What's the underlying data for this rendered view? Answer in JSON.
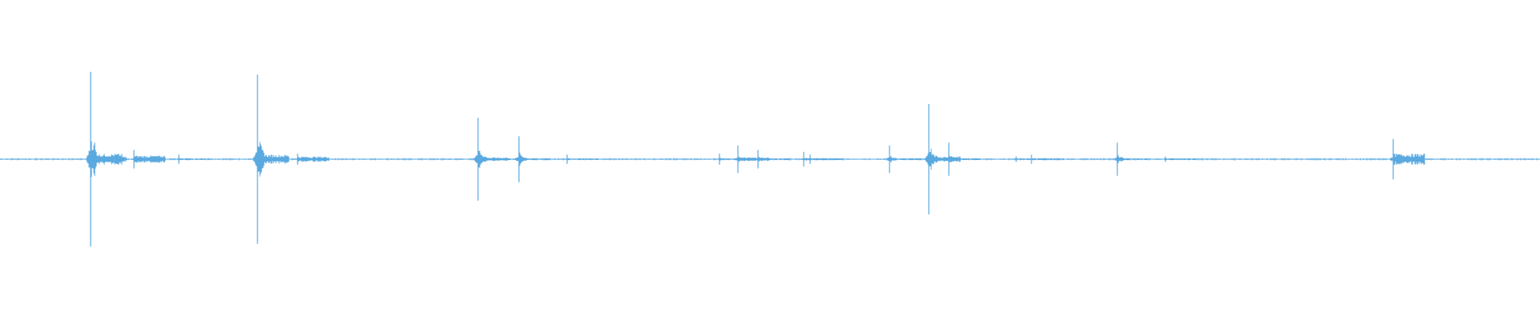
{
  "waveform": {
    "color": "#5aa9e0",
    "baseline_amplitude": 0.01,
    "spikes": [
      {
        "position": 0.0587,
        "amplitude": 0.95,
        "tail": 0.06
      },
      {
        "position": 0.0612,
        "amplitude": 0.18,
        "tail": 0.03
      },
      {
        "position": 0.087,
        "amplitude": 0.1,
        "tail": 0.04
      },
      {
        "position": 0.116,
        "amplitude": 0.05,
        "tail": 0.01
      },
      {
        "position": 0.1672,
        "amplitude": 0.92,
        "tail": 0.05
      },
      {
        "position": 0.193,
        "amplitude": 0.06,
        "tail": 0.03
      },
      {
        "position": 0.3104,
        "amplitude": 0.45,
        "tail": 0.02
      },
      {
        "position": 0.3371,
        "amplitude": 0.25,
        "tail": 0.01
      },
      {
        "position": 0.368,
        "amplitude": 0.05,
        "tail": 0.01
      },
      {
        "position": 0.467,
        "amplitude": 0.06,
        "tail": 0.01
      },
      {
        "position": 0.4792,
        "amplitude": 0.15,
        "tail": 0.02
      },
      {
        "position": 0.492,
        "amplitude": 0.1,
        "tail": 0.01
      },
      {
        "position": 0.522,
        "amplitude": 0.08,
        "tail": 0.01
      },
      {
        "position": 0.526,
        "amplitude": 0.05,
        "tail": 0.01
      },
      {
        "position": 0.5778,
        "amplitude": 0.15,
        "tail": 0.01
      },
      {
        "position": 0.6032,
        "amplitude": 0.6,
        "tail": 0.03
      },
      {
        "position": 0.616,
        "amplitude": 0.18,
        "tail": 0.01
      },
      {
        "position": 0.66,
        "amplitude": 0.03,
        "tail": 0.01
      },
      {
        "position": 0.67,
        "amplitude": 0.05,
        "tail": 0.01
      },
      {
        "position": 0.7257,
        "amplitude": 0.18,
        "tail": 0.01
      },
      {
        "position": 0.757,
        "amplitude": 0.03,
        "tail": 0.01
      },
      {
        "position": 0.9047,
        "amplitude": 0.22,
        "tail": 0.06
      }
    ]
  }
}
